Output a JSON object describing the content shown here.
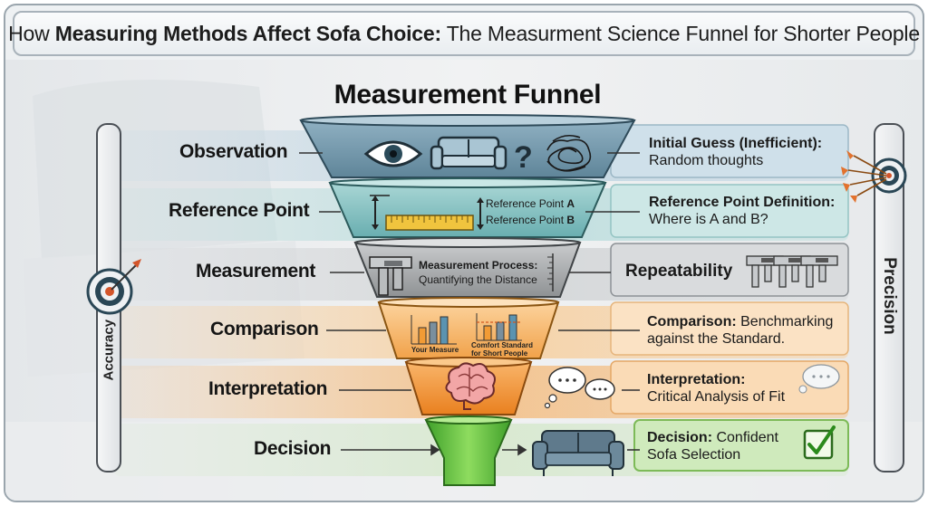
{
  "title": {
    "prefix": "How ",
    "bold": "Measuring Methods Affect Sofa Choice:",
    "suffix": " The Measurment Science Funnel for Shorter People"
  },
  "funnel_title": "Measurement Funnel",
  "axes": {
    "left": "Accuracy",
    "right": "Precision"
  },
  "stages": [
    {
      "label": "Observation",
      "right_bold": "Initial Guess (Inefficient):",
      "right_rest": "Random thoughts"
    },
    {
      "label": "Reference Point",
      "right_bold": "Reference Point Definition:",
      "right_rest": "Where is A and B?",
      "inner_a": "Reference Point ",
      "inner_a_bold": "A",
      "inner_b": "Reference Point ",
      "inner_b_bold": "B"
    },
    {
      "label": "Measurement",
      "right_bold": "Repeatability",
      "inner_bold": "Measurement Process:",
      "inner_rest": "Quantifying the Distance"
    },
    {
      "label": "Comparison",
      "right_bold": "Comparison:",
      "right_rest_1": " Benchmarking",
      "right_rest_2": "against the Standard.",
      "inner_left": "Your Measure",
      "inner_right_1": "Comfort Standard",
      "inner_right_2": "for Short People"
    },
    {
      "label": "Interpretation",
      "right_bold": "Interpretation:",
      "right_rest": "Critical Analysis of Fit"
    },
    {
      "label": "Decision",
      "right_bold": "Decision:",
      "right_rest_1": " Confident",
      "right_rest_2": "Sofa Selection"
    }
  ],
  "colors": {
    "observation": "#6f93a6",
    "reference": "#6fb1b2",
    "measurement": "#9a9d9f",
    "comparison": "#f2a44a",
    "interpretation": "#ef8d2e",
    "decision": "#5cbf3a"
  },
  "icons": [
    "eye-icon",
    "sofa-icon",
    "question-icon",
    "scribble-icon",
    "ruler-icon",
    "caliper-icon",
    "bar-chart-icon",
    "brain-icon",
    "thought-bubble-icon",
    "target-icon",
    "checkmark-icon"
  ]
}
